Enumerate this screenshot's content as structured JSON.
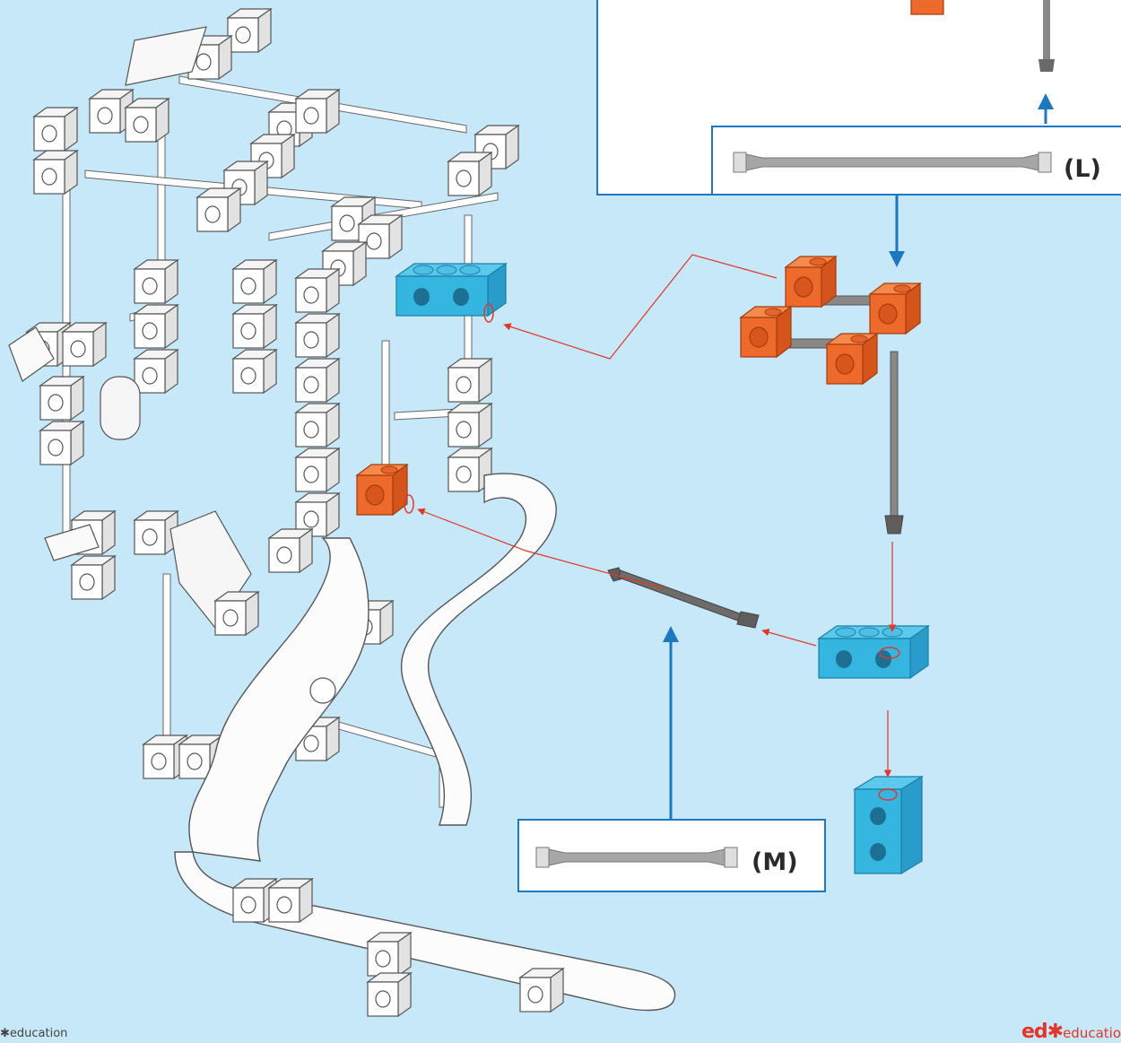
{
  "step_box_top": {
    "part_label": "(L)"
  },
  "step_box_bottom": {
    "part_label": "(M)"
  },
  "colors": {
    "background": "#c6e8f8",
    "orange_block": "#ee6a2a",
    "blue_block": "#35b6e0",
    "connector": "#8a8886",
    "arrow_blue": "#1d78c0",
    "arrow_red": "#e4352b"
  },
  "brand": {
    "left_text": "education",
    "right_mark": "ed",
    "right_text": "educatio"
  }
}
